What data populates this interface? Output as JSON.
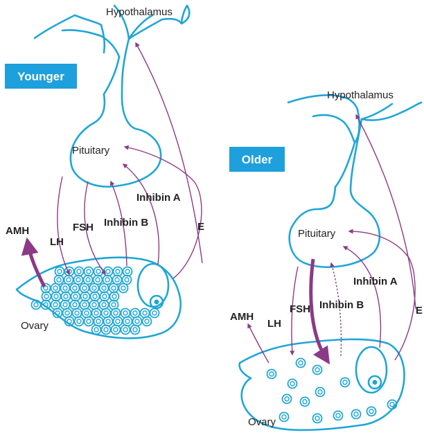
{
  "colors": {
    "outline": "#1fa6d6",
    "arrow": "#8b3a87",
    "badge": "#1ea0dc"
  },
  "younger": {
    "badge": "Younger",
    "hypothalamus": "Hypothalamus",
    "pituitary": "Pituitary",
    "ovary": "Ovary",
    "labels": {
      "amh": "AMH",
      "lh": "LH",
      "fsh": "FSH",
      "inhibin_b": "Inhibin B",
      "inhibin_a": "Inhibin A",
      "e": "E"
    }
  },
  "older": {
    "badge": "Older",
    "hypothalamus": "Hypothalamus",
    "pituitary": "Pituitary",
    "ovary": "Ovary",
    "labels": {
      "amh": "AMH",
      "lh": "LH",
      "fsh": "FSH",
      "inhibin_b": "Inhibin B",
      "inhibin_a": "Inhibin A",
      "e": "E"
    }
  }
}
